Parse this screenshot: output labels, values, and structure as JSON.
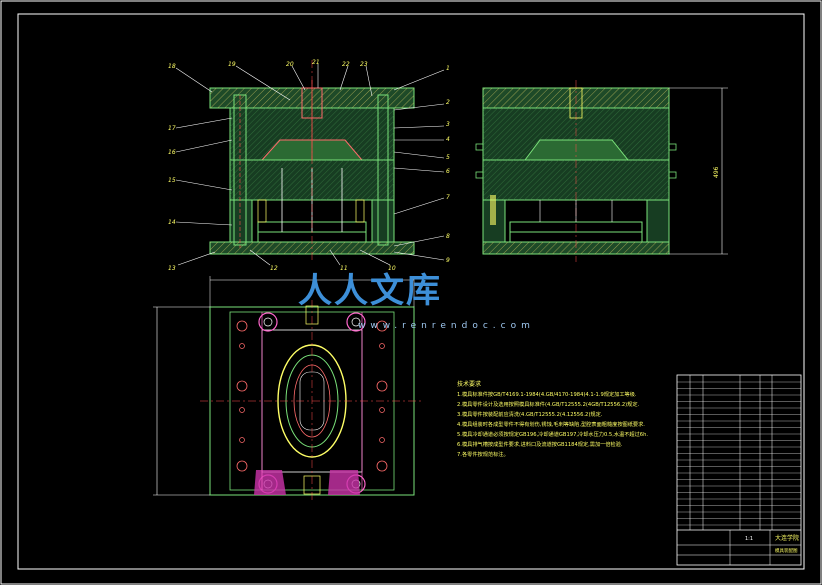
{
  "drawing": {
    "balloons": [
      "1",
      "2",
      "3",
      "4",
      "5",
      "6",
      "7",
      "8",
      "9",
      "10",
      "11",
      "12",
      "13",
      "14",
      "15",
      "16",
      "17",
      "18",
      "19",
      "20",
      "21",
      "22",
      "23"
    ],
    "dimension_side_height": "496",
    "tech_notes_title": "技术要求",
    "tech_notes": [
      "1.模具标准件按GB/T4169.1-1984(4.GB/4170-1984)4.1-1.9规定加工等级.",
      "2.模具零件设计及选用按照模具标准件(4.GB/T12555.2(4GB/T12556.2)规定.",
      "3.模具零件按装配前应清洗(4.GB/T12555.2(4.12556.2)规定.",
      "4.模具组装时各成型零件不得有划伤,锈蚀,毛刺等缺陷,型腔表面粗糙度按图纸要求.",
      "5.模具冷却通道必须按规定GB196,冷却通道GB197,冷却水压力0.5,水温不超过6h.",
      "6.模具排气槽按成型件要求,进料口及流道按GB1184规定,需加一倍检验.",
      "7.各零件按规范标注。"
    ],
    "title_block": {
      "school": "大连学院",
      "drawing_name": "模具装配图",
      "scale": "1:1"
    }
  },
  "watermark": {
    "brand": "人人文库",
    "url": "www.renrendoc.com"
  }
}
